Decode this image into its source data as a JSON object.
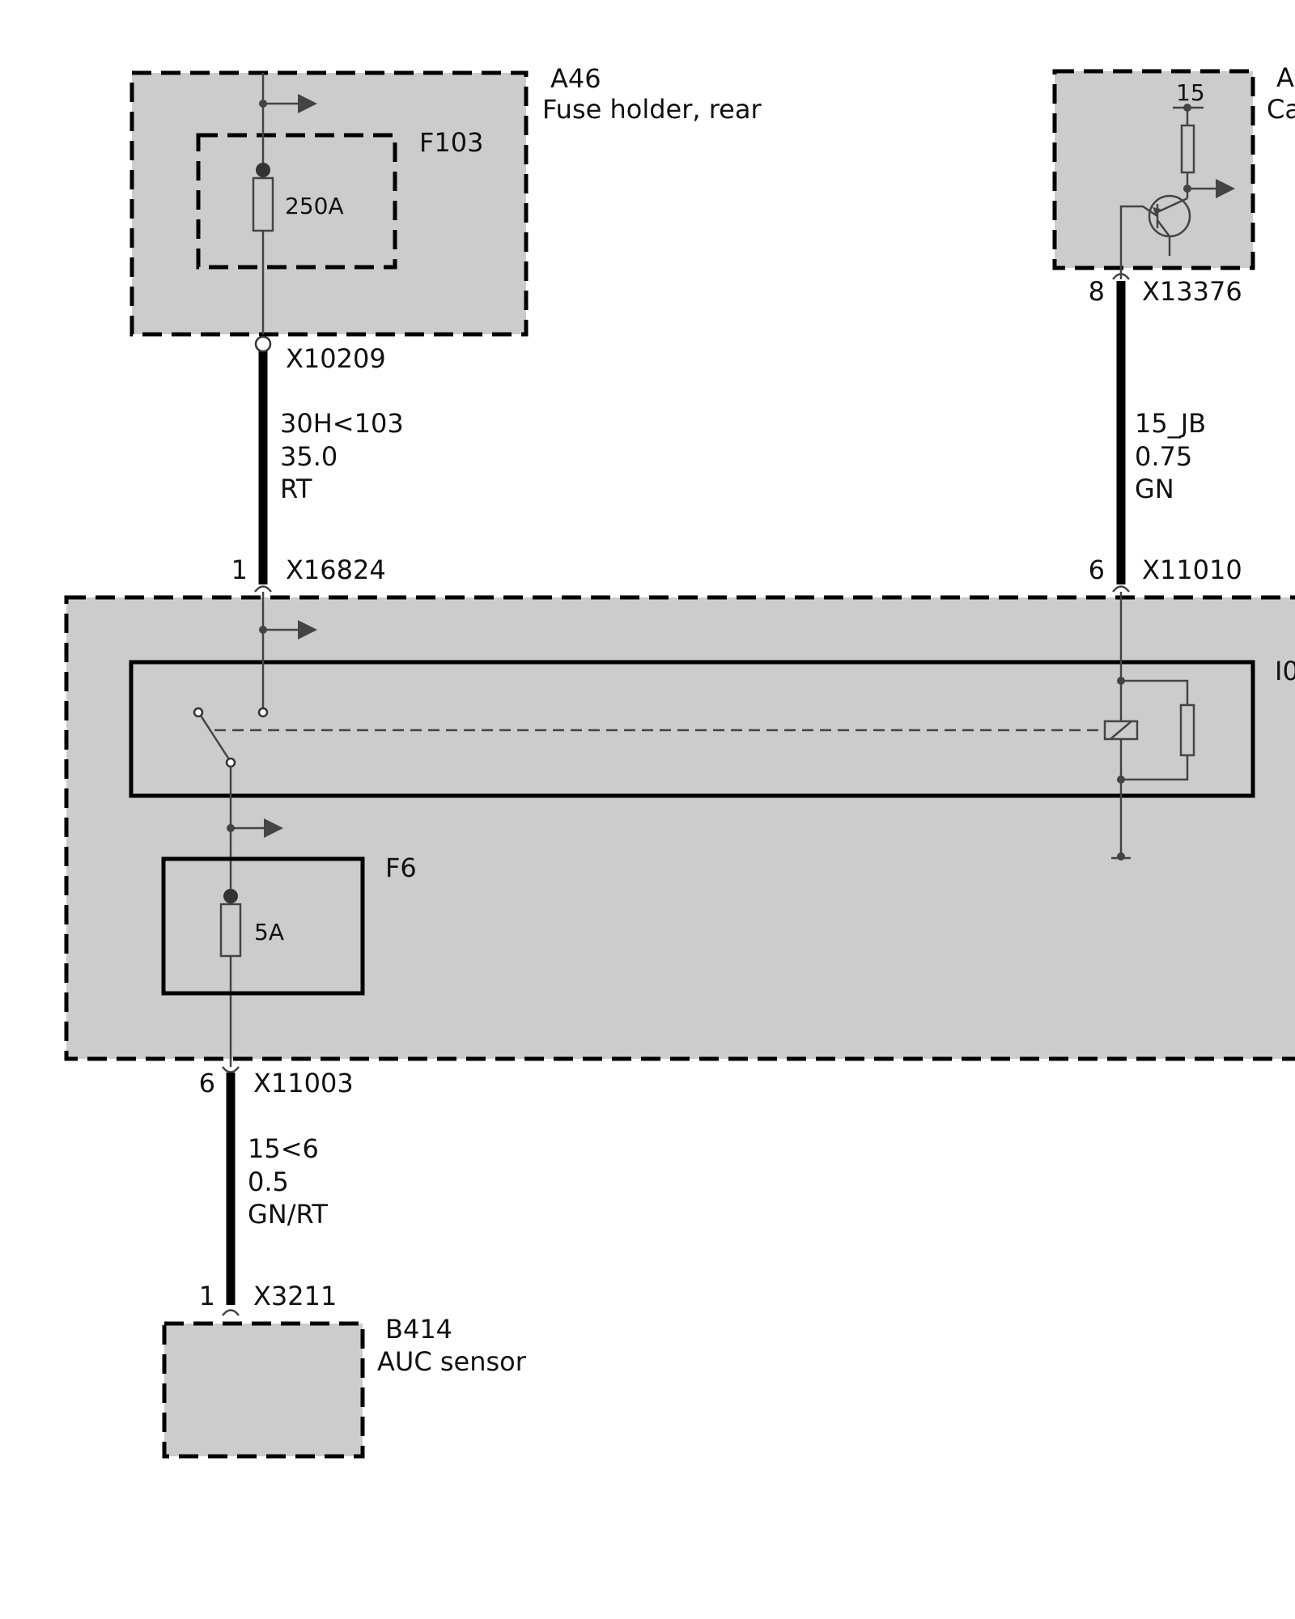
{
  "components": {
    "a46": {
      "id": "A46",
      "name": "Fuse holder, rear"
    },
    "f103": {
      "id": "F103",
      "rating": "250A"
    },
    "right_module": {
      "id": "A",
      "name": "Ca"
    },
    "right_module_supply": "15",
    "main_module": {
      "id": "I0"
    },
    "f6": {
      "id": "F6",
      "rating": "5A"
    },
    "b414": {
      "id": "B414",
      "name": "AUC sensor"
    }
  },
  "connectors": {
    "x10209": {
      "name": "X10209"
    },
    "x16824": {
      "name": "X16824",
      "pin": "1"
    },
    "x13376": {
      "name": "X13376",
      "pin": "8"
    },
    "x11010": {
      "name": "X11010",
      "pin": "6"
    },
    "x11003": {
      "name": "X11003",
      "pin": "6"
    },
    "x3211": {
      "name": "X3211",
      "pin": "1"
    }
  },
  "wires": [
    {
      "signal": "30H<103",
      "cross_section": "35.0",
      "color": "RT"
    },
    {
      "signal": "15_JB",
      "cross_section": "0.75",
      "color": "GN"
    },
    {
      "signal": "15<6",
      "cross_section": "0.5",
      "color": "GN/RT"
    }
  ]
}
